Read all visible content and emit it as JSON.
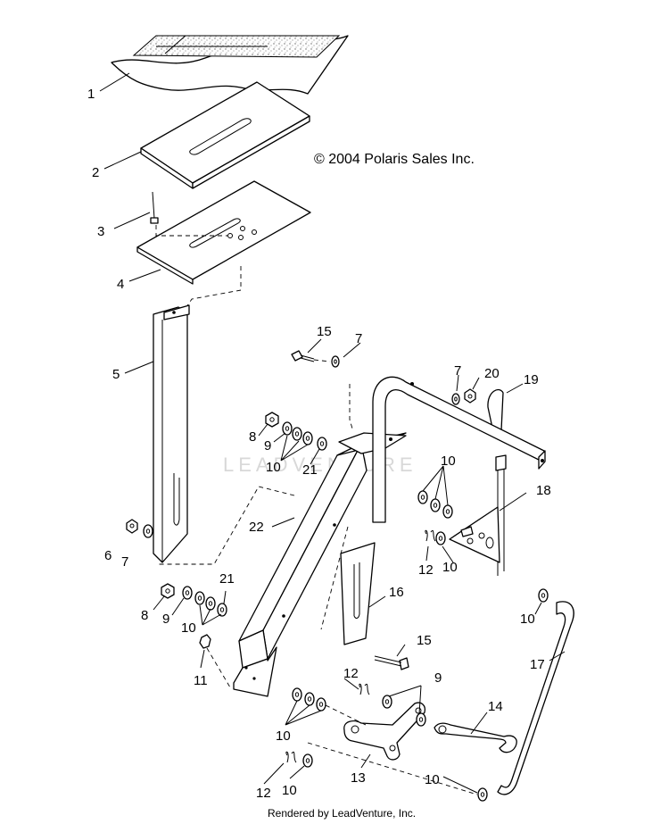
{
  "copyright": "© 2004 Polaris Sales Inc.",
  "watermark": "LEADVENTURE",
  "footer": "Rendered by LeadVenture, Inc.",
  "callouts": {
    "c1": "1",
    "c2": "2",
    "c3": "3",
    "c4": "4",
    "c5": "5",
    "c6": "6",
    "c7a": "7",
    "c7b": "7",
    "c7c": "7",
    "c8a": "8",
    "c8b": "8",
    "c9a": "9",
    "c9b": "9",
    "c9c": "9",
    "c10a": "10",
    "c10b": "10",
    "c10c": "10",
    "c10d": "10",
    "c10e": "10",
    "c10f": "10",
    "c10g": "10",
    "c10h": "10",
    "c11": "11",
    "c12a": "12",
    "c12b": "12",
    "c12c": "12",
    "c13": "13",
    "c14": "14",
    "c15a": "15",
    "c15b": "15",
    "c16": "16",
    "c17": "17",
    "c18": "18",
    "c19": "19",
    "c20": "20",
    "c21a": "21",
    "c21b": "21",
    "c22": "22"
  }
}
